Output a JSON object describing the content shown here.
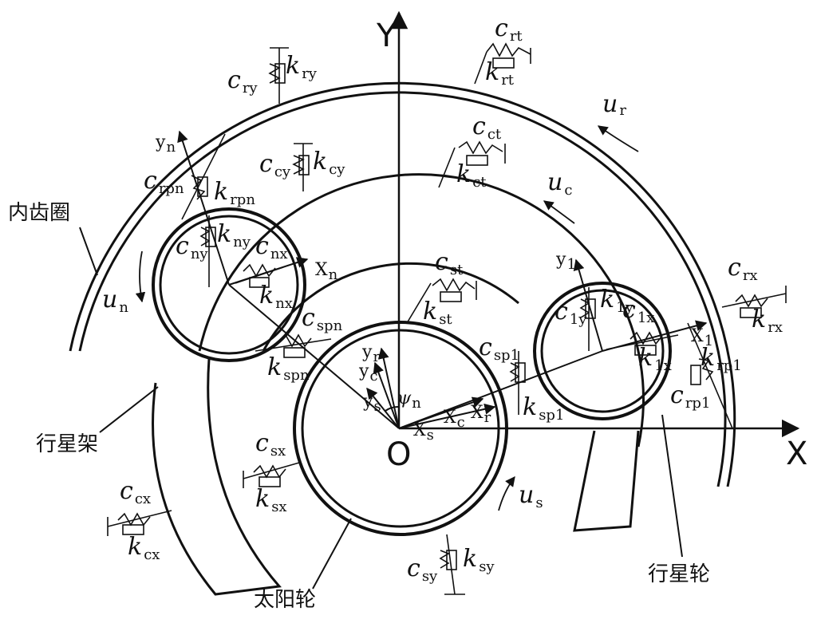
{
  "axes": {
    "x": "X",
    "y": "Y",
    "origin": "O"
  },
  "parts": {
    "ring_gear": "内齿圈",
    "carrier": "行星架",
    "sun_gear": "太阳轮",
    "planet_gear": "行星轮"
  },
  "rotation": {
    "u_r": {
      "sym": "u",
      "sub": "r"
    },
    "u_c": {
      "sym": "u",
      "sub": "c"
    },
    "u_s": {
      "sym": "u",
      "sub": "s"
    },
    "u_n": {
      "sym": "u",
      "sub": "n"
    }
  },
  "elements": {
    "c_rt": {
      "sym": "c",
      "sub": "rt"
    },
    "k_rt": {
      "sym": "k",
      "sub": "rt"
    },
    "c_ry": {
      "sym": "c",
      "sub": "ry"
    },
    "k_ry": {
      "sym": "k",
      "sub": "ry"
    },
    "c_ct": {
      "sym": "c",
      "sub": "ct"
    },
    "k_ct": {
      "sym": "k",
      "sub": "ct"
    },
    "c_cy": {
      "sym": "c",
      "sub": "cy"
    },
    "k_cy": {
      "sym": "k",
      "sub": "cy"
    },
    "c_rpn": {
      "sym": "c",
      "sub": "rpn"
    },
    "k_rpn": {
      "sym": "k",
      "sub": "rpn"
    },
    "c_ny": {
      "sym": "c",
      "sub": "ny"
    },
    "k_ny": {
      "sym": "k",
      "sub": "ny"
    },
    "c_nx": {
      "sym": "c",
      "sub": "nx"
    },
    "k_nx": {
      "sym": "k",
      "sub": "nx"
    },
    "c_spn": {
      "sym": "c",
      "sub": "spn"
    },
    "k_spn": {
      "sym": "k",
      "sub": "spn"
    },
    "c_st": {
      "sym": "c",
      "sub": "st"
    },
    "k_st": {
      "sym": "k",
      "sub": "st"
    },
    "c_sp1": {
      "sym": "c",
      "sub": "sp1"
    },
    "k_sp1": {
      "sym": "k",
      "sub": "sp1"
    },
    "c_1y": {
      "sym": "c",
      "sub": "1y"
    },
    "k_1y": {
      "sym": "k",
      "sub": "1y"
    },
    "c_1x": {
      "sym": "c",
      "sub": "1x"
    },
    "k_1x": {
      "sym": "k",
      "sub": "1x"
    },
    "c_rp1": {
      "sym": "c",
      "sub": "rp1"
    },
    "k_rp1": {
      "sym": "k",
      "sub": "rp1"
    },
    "c_rx": {
      "sym": "c",
      "sub": "rx"
    },
    "k_rx": {
      "sym": "k",
      "sub": "rx"
    },
    "c_sx": {
      "sym": "c",
      "sub": "sx"
    },
    "k_sx": {
      "sym": "k",
      "sub": "sx"
    },
    "c_cx": {
      "sym": "c",
      "sub": "cx"
    },
    "k_cx": {
      "sym": "k",
      "sub": "cx"
    },
    "c_sy": {
      "sym": "c",
      "sub": "sy"
    },
    "k_sy": {
      "sym": "k",
      "sub": "sy"
    }
  },
  "local_axes": {
    "yn": {
      "sym": "y",
      "sub": "n"
    },
    "Xn": {
      "sym": "X",
      "sub": "n"
    },
    "y1": {
      "sym": "y",
      "sub": "1"
    },
    "X1": {
      "sym": "X",
      "sub": "1"
    },
    "yr": {
      "sym": "y",
      "sub": "r"
    },
    "yc": {
      "sym": "y",
      "sub": "c"
    },
    "ys": {
      "sym": "y",
      "sub": "s"
    },
    "Xs": {
      "sym": "X",
      "sub": "s"
    },
    "Xc": {
      "sym": "X",
      "sub": "c"
    },
    "Xr": {
      "sym": "X",
      "sub": "r"
    },
    "psi_n": {
      "sym": "ψ",
      "sub": "n"
    }
  },
  "colors": {
    "ink": "#111111",
    "background": "#ffffff"
  }
}
